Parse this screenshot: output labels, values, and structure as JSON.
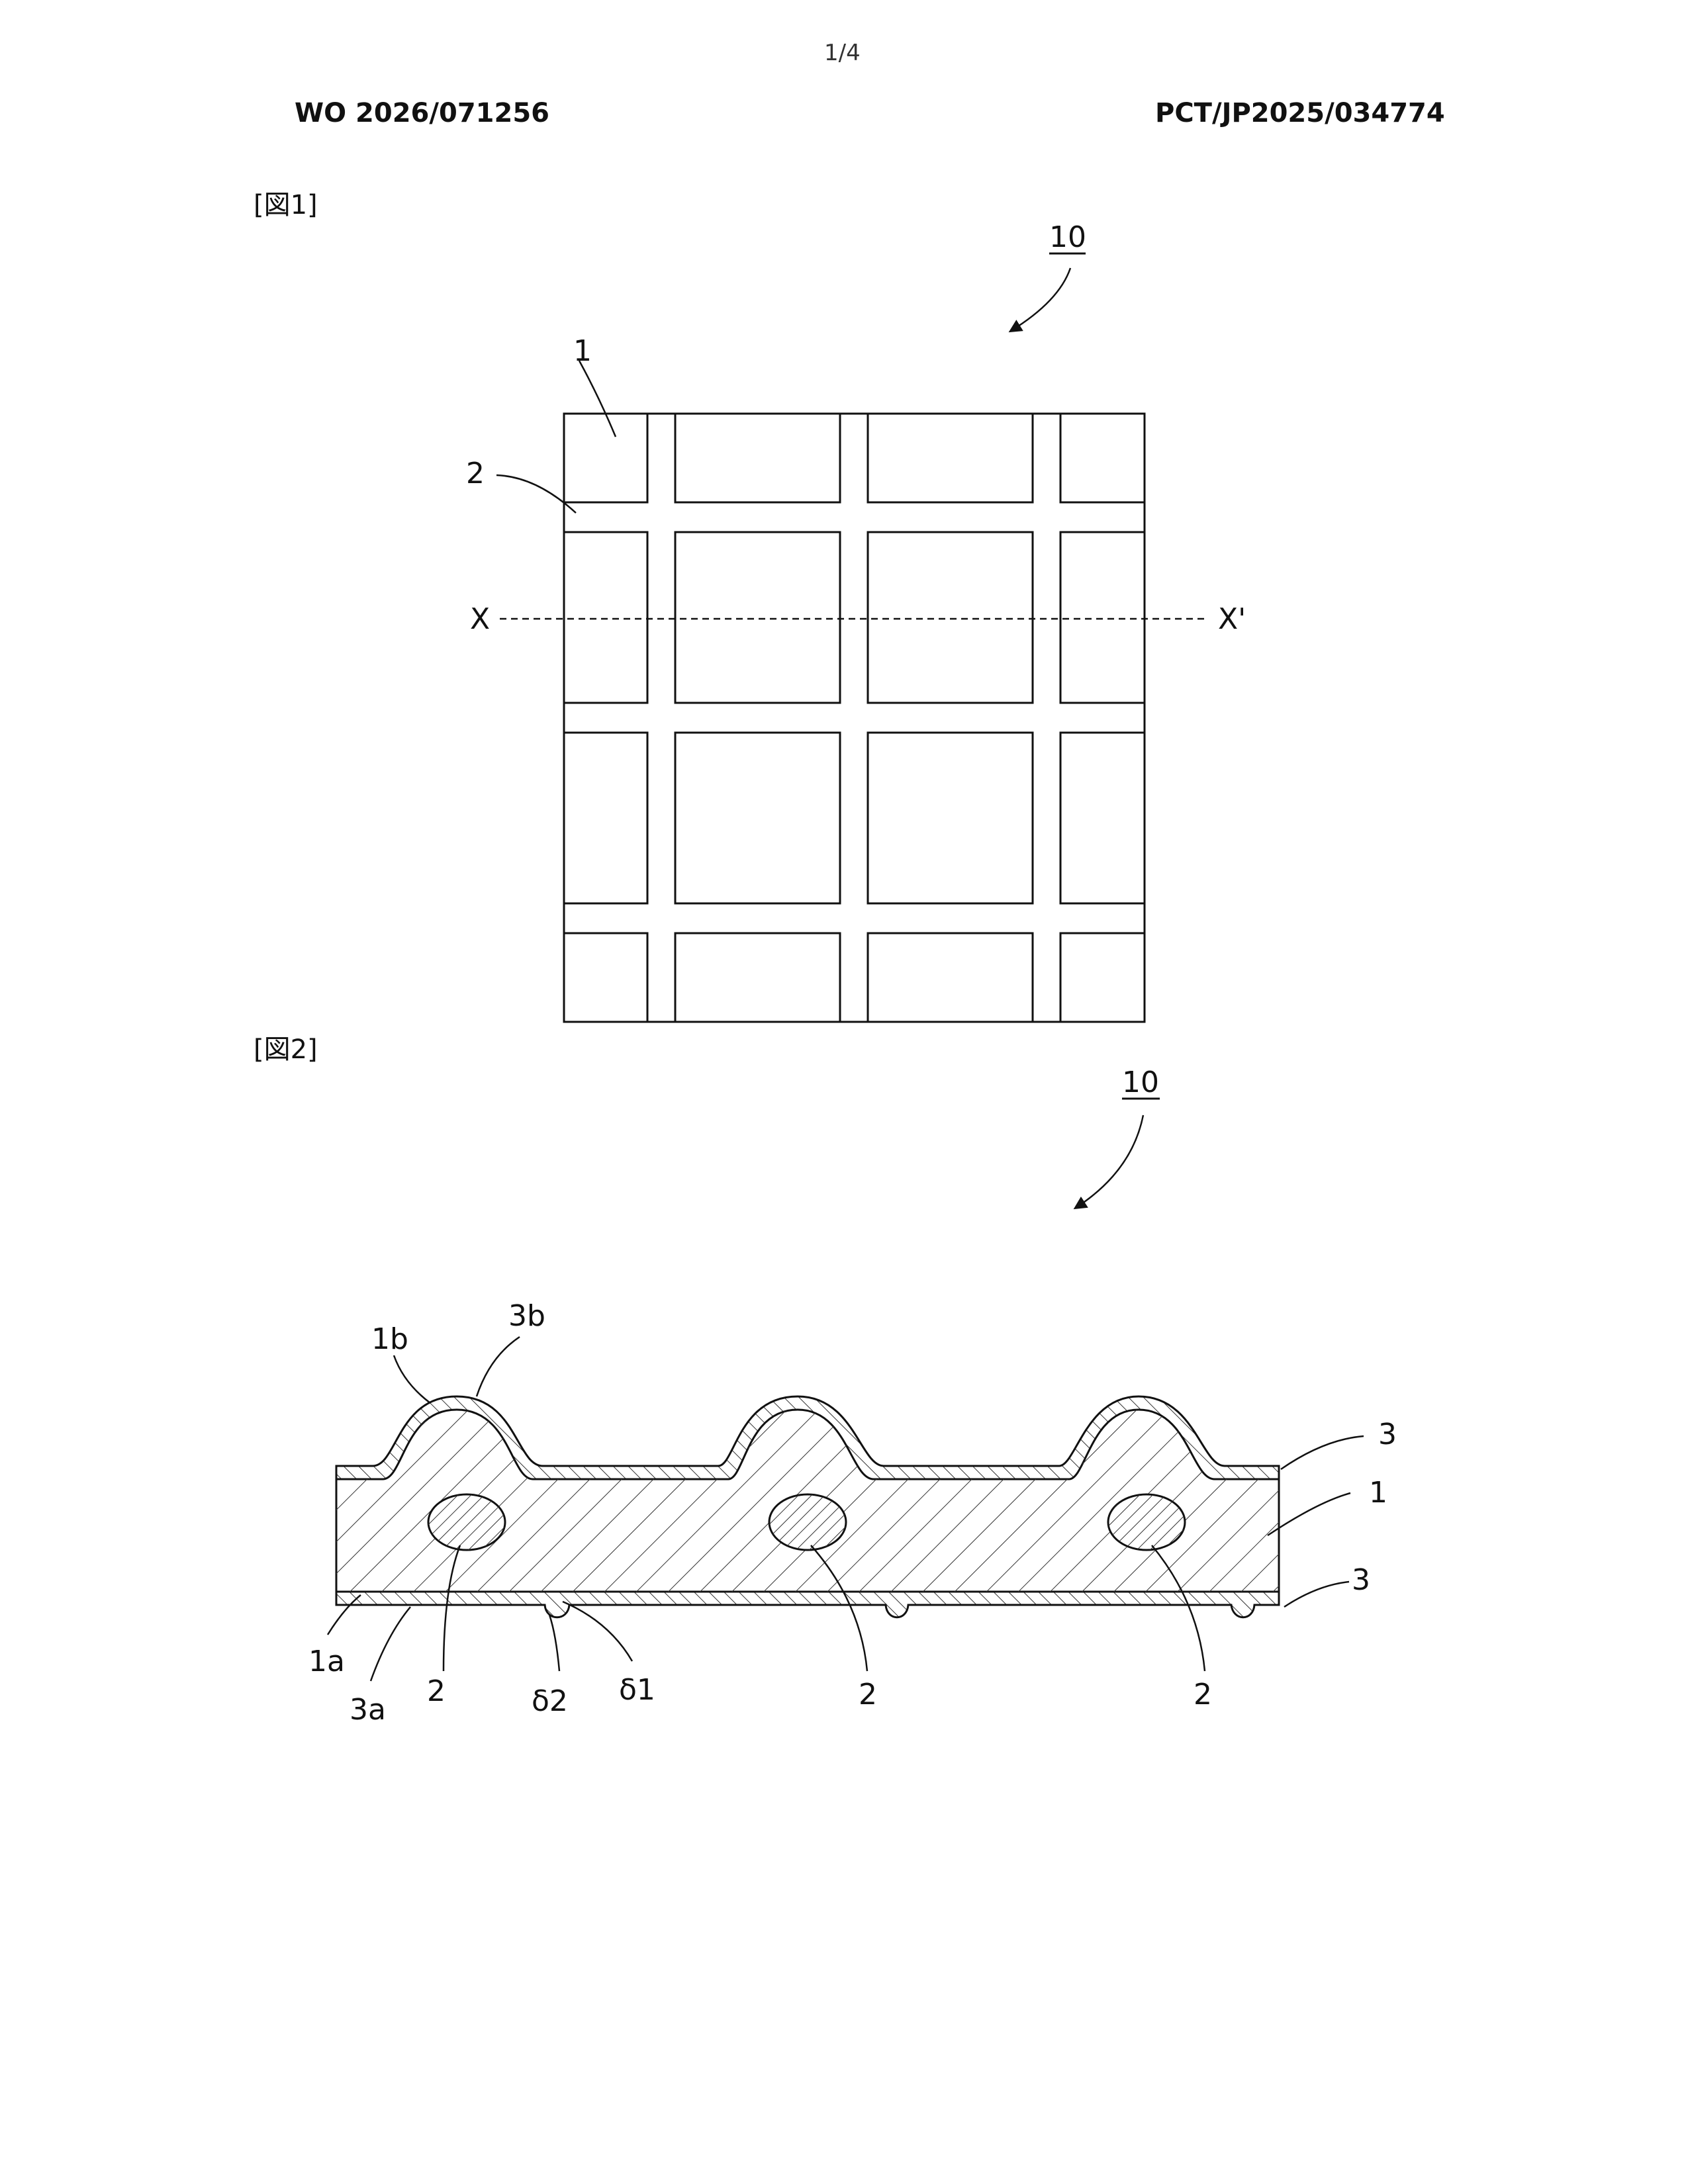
{
  "header": {
    "page_number": "1/4",
    "publication_number": "WO 2026/071256",
    "application_number": "PCT/JP2025/034774"
  },
  "figure1": {
    "label": "[図1]",
    "ref_assembly": "10",
    "ref_tile": "1",
    "ref_grid": "2",
    "section_start": "X",
    "section_end": "X'"
  },
  "figure2": {
    "label": "[図2]",
    "ref_assembly": "10",
    "labels": {
      "l_1b": "1b",
      "l_3b": "3b",
      "l_3_top": "3",
      "l_1": "1",
      "l_3_bottom": "3",
      "l_1a": "1a",
      "l_3a": "3a",
      "l_2_left": "2",
      "l_d2": "δ2",
      "l_d1": "δ1",
      "l_2_mid": "2",
      "l_2_right": "2"
    }
  },
  "colors": {
    "ink": "#111111",
    "paper": "#ffffff"
  }
}
